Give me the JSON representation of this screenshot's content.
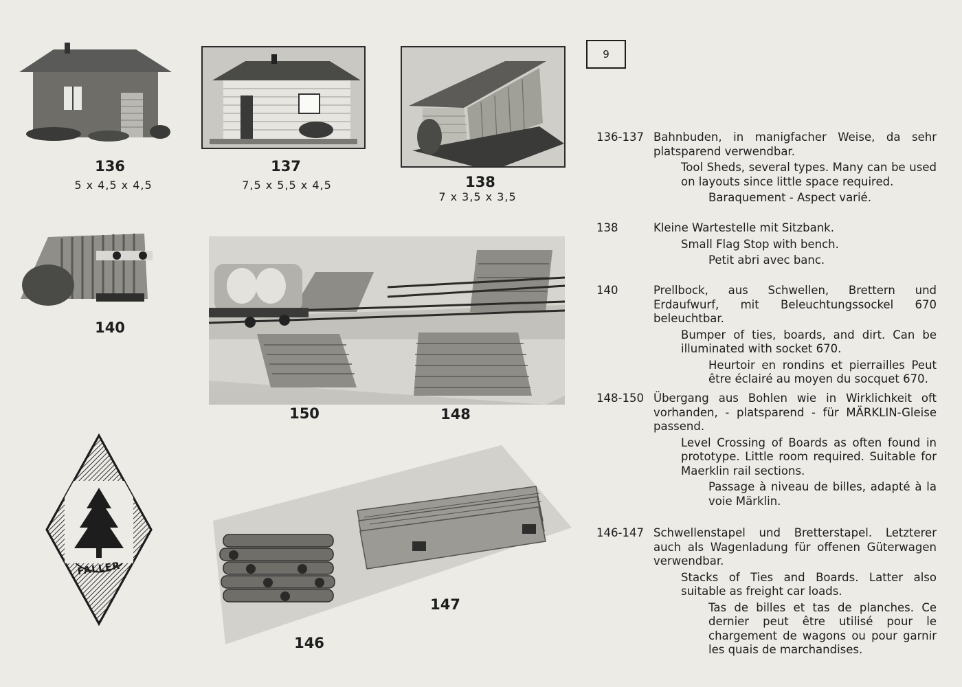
{
  "page_number": "9",
  "logo": {
    "text": "FALLER"
  },
  "figures": [
    {
      "id": "136",
      "dims": "5 x 4,5 x 4,5"
    },
    {
      "id": "137",
      "dims": "7,5 x 5,5 x 4,5"
    },
    {
      "id": "138",
      "dims": "7 x 3,5 x 3,5"
    },
    {
      "id": "140",
      "dims": ""
    },
    {
      "id": "150",
      "dims": ""
    },
    {
      "id": "148",
      "dims": ""
    },
    {
      "id": "147",
      "dims": ""
    },
    {
      "id": "146",
      "dims": ""
    }
  ],
  "entries": [
    {
      "code": "136-137",
      "de": "Bahnbuden, in manigfacher Weise, da sehr platsparend verwendbar.",
      "en": "Tool Sheds, several types. Many can be used on layouts since little space required.",
      "fr": "Baraquement - Aspect varié."
    },
    {
      "code": "138",
      "de": "Kleine Wartestelle mit Sitzbank.",
      "en": "Small Flag Stop with bench.",
      "fr": "Petit abri avec banc."
    },
    {
      "code": "140",
      "de": "Prellbock, aus Schwellen, Brettern und Erdaufwurf, mit Beleuchtungssockel 670 beleuchtbar.",
      "en": "Bumper of ties, boards, and dirt. Can be illuminated with socket 670.",
      "fr": "Heurtoir en rondins et pierrailles Peut être éclairé au moyen du socquet 670."
    },
    {
      "code": "148-150",
      "de": "Übergang aus Bohlen wie in Wirklichkeit oft vorhanden, - platsparend - für MÄRKLIN-Gleise passend.",
      "en": "Level Crossing of Boards as often found in prototype. Little room required. Suitable for Maerklin rail sections.",
      "fr": "Passage à niveau de billes, adapté à la voie Märklin."
    },
    {
      "code": "146-147",
      "de": "Schwellenstapel und Bretterstapel. Letzterer auch als Wagenladung für offenen Güterwagen verwendbar.",
      "en": "Stacks of Ties and Boards. Latter also suitable as freight car loads.",
      "fr": "Tas de billes et tas de planches. Ce dernier peut être utilisé pour le chargement de wagons ou pour garnir les quais de marchandises."
    }
  ]
}
